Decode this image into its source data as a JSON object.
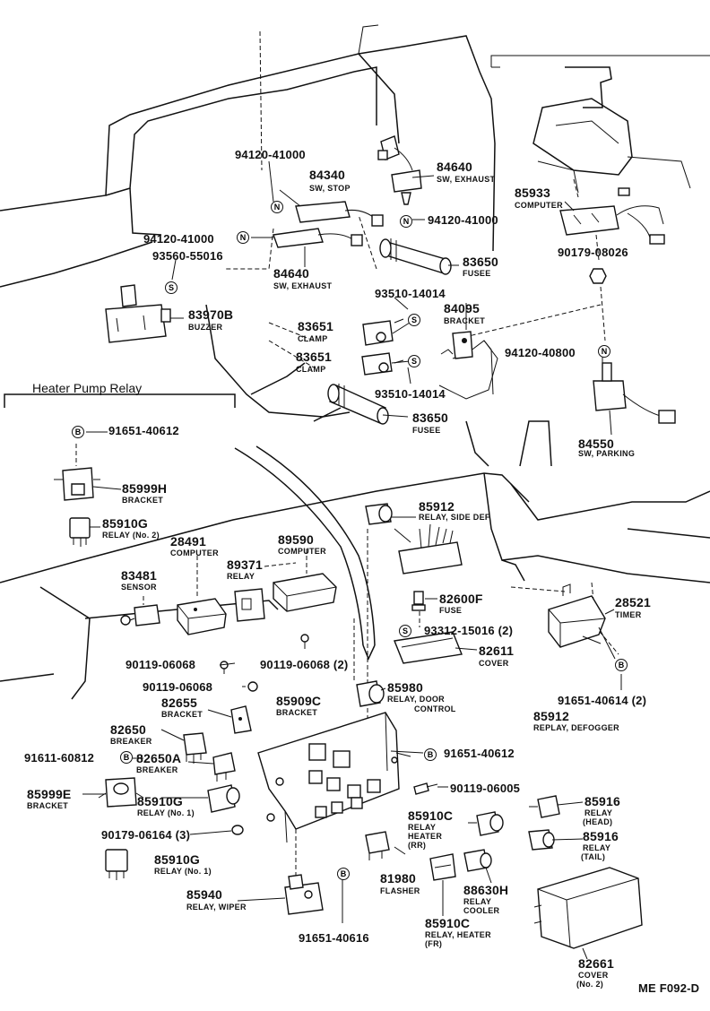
{
  "title": "Heater Pump Relay",
  "code": "ME F092-D",
  "symbols": {
    "n": "N",
    "s": "S",
    "b": "B"
  },
  "labels": {
    "p94120_41000_a": "94120-41000",
    "p84340": "84340",
    "n84340": "SW, STOP",
    "p84640_a": "84640",
    "n84640_a": "SW, EXHAUST",
    "p94120_41000_b": "94120-41000",
    "p94120_41000_c": "94120-41000",
    "p93560_55016": "93560-55016",
    "p83650_a": "83650",
    "n83650_a": "FUSEE",
    "p85933": "85933",
    "n85933": "COMPUTER",
    "p90179_08026": "90179-08026",
    "p84640_b": "84640",
    "n84640_b": "SW, EXHAUST",
    "p93510_14014_a": "93510-14014",
    "p84095": "84095",
    "n84095": "BRACKET",
    "p83970b": "83970B",
    "n83970b": "BUZZER",
    "p83651_a": "83651",
    "n83651_a": "CLAMP",
    "p83651_b": "83651",
    "n83651_b": "CLAMP",
    "p94120_40800": "94120-40800",
    "p93510_14014_b": "93510-14014",
    "p83650_b": "83650",
    "n83650_b": "FUSEE",
    "p84550": "84550",
    "n84550": "SW, PARKING",
    "p91651_40612_a": "91651-40612",
    "p85999h": "85999H",
    "n85999h": "BRACKET",
    "p85910g_a": "85910G",
    "n85910g_a": "RELAY (No. 2)",
    "p85912_a": "85912",
    "n85912_a": "RELAY, SIDE DEF",
    "p28491": "28491",
    "n28491": "COMPUTER",
    "p89590": "89590",
    "n89590": "COMPUTER",
    "p89371": "89371",
    "n89371": "RELAY",
    "p83481": "83481",
    "n83481": "SENSOR",
    "p82600f": "82600F",
    "n82600f": "FUSE",
    "p28521": "28521",
    "n28521": "TIMER",
    "p93312_15016": "93312-15016 (2)",
    "p82611": "82611",
    "n82611": "COVER",
    "p90119_06068_a": "90119-06068",
    "p90119_06068_b": "90119-06068 (2)",
    "p90119_06068_c": "90119-06068",
    "p85980": "85980",
    "n85980_1": "RELAY, DOOR",
    "n85980_2": "CONTROL",
    "p91651_40614": "91651-40614 (2)",
    "p82655": "82655",
    "n82655": "BRACKET",
    "p85909c": "85909C",
    "n85909c": "BRACKET",
    "p85912_b": "85912",
    "n85912_b": "REPLAY, DEFOGGER",
    "p82650": "82650",
    "n82650": "BREAKER",
    "p91611_60812": "91611-60812",
    "p82650a": "82650A",
    "n82650a": "BREAKER",
    "p91651_40612_b": "91651-40612",
    "p85999e": "85999E",
    "n85999e": "BRACKET",
    "p85910g_b": "85910G",
    "n85910g_b": "RELAY (No. 1)",
    "p90119_06005": "90119-06005",
    "p85910c_a": "85910C",
    "n85910c_a_1": "RELAY",
    "n85910c_a_2": "HEATER",
    "n85910c_a_3": "(RR)",
    "p85916_a": "85916",
    "n85916_a_1": "RELAY",
    "n85916_a_2": "(HEAD)",
    "p90179_06164": "90179-06164 (3)",
    "p85916_b": "85916",
    "n85916_b_1": "RELAY",
    "n85916_b_2": "(TAIL)",
    "p85910g_c": "85910G",
    "n85910g_c": "RELAY (No. 1)",
    "p81980": "81980",
    "n81980": "FLASHER",
    "p88630h": "88630H",
    "n88630h_1": "RELAY",
    "n88630h_2": "COOLER",
    "p85940": "85940",
    "n85940": "RELAY, WIPER",
    "p85910c_b": "85910C",
    "n85910c_b_1": "RELAY, HEATER",
    "n85910c_b_2": "(FR)",
    "p91651_40616": "91651-40616",
    "p82661": "82661",
    "n82661_1": "COVER",
    "n82661_2": "(No. 2)"
  }
}
